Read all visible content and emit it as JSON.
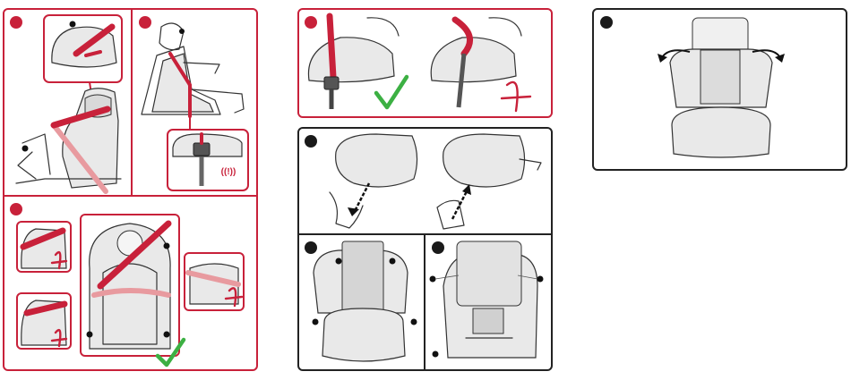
{
  "colors": {
    "accent_red": "#c8213a",
    "panel_dark": "#222222",
    "check_green": "#3cb043",
    "badge_black": "#1a1a1a",
    "belt_pink": "#e89a9f"
  },
  "alarm": {
    "text": "((!))"
  },
  "panels": [
    {
      "id": "belt-routing",
      "frame": "red",
      "badge": "red"
    },
    {
      "id": "buckle-alarm",
      "frame": "red",
      "badge": "red"
    },
    {
      "id": "child-belt-position",
      "frame": "red",
      "badge": "red"
    },
    {
      "id": "buckle-correct-incorrect",
      "frame": "red",
      "badge": "red"
    },
    {
      "id": "isofix-release",
      "frame": "dark",
      "badge": "black"
    },
    {
      "id": "seat-front-guides",
      "frame": "dark",
      "badge": "black"
    },
    {
      "id": "seat-back-guides",
      "frame": "dark",
      "badge": "black"
    },
    {
      "id": "headrest-side-wings",
      "frame": "dark",
      "badge": "black"
    }
  ]
}
